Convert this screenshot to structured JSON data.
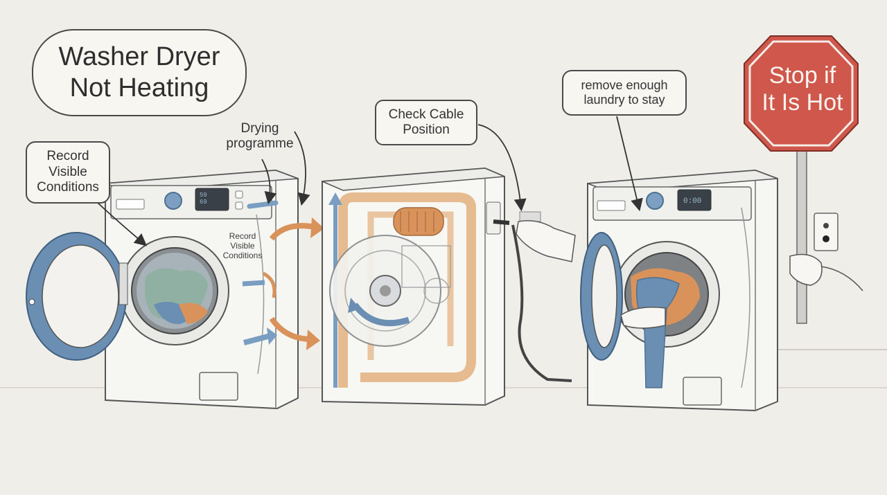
{
  "title": "Washer Dryer\nNot Heating",
  "labels": {
    "record_conditions": "Record\nVisible\nConditions",
    "drying_programme": "Drying\nprogramme",
    "record_conditions_small": "Record\nVisible\nConditions",
    "check_cable": "Check Cable\nPosition",
    "remove_laundry": "remove enough\nlaundry to stay"
  },
  "stop_sign": {
    "text": "Stop if\nIt Is Hot",
    "color": "#d0574b"
  },
  "display": {
    "left_washer": "59\n69",
    "right_washer": "0:00"
  },
  "colors": {
    "background": "#efeee9",
    "door_blue": "#6a8fb3",
    "arrow_orange": "#d9925a",
    "arrow_blue": "#7a9dc2",
    "outline": "#4a4a4a"
  }
}
